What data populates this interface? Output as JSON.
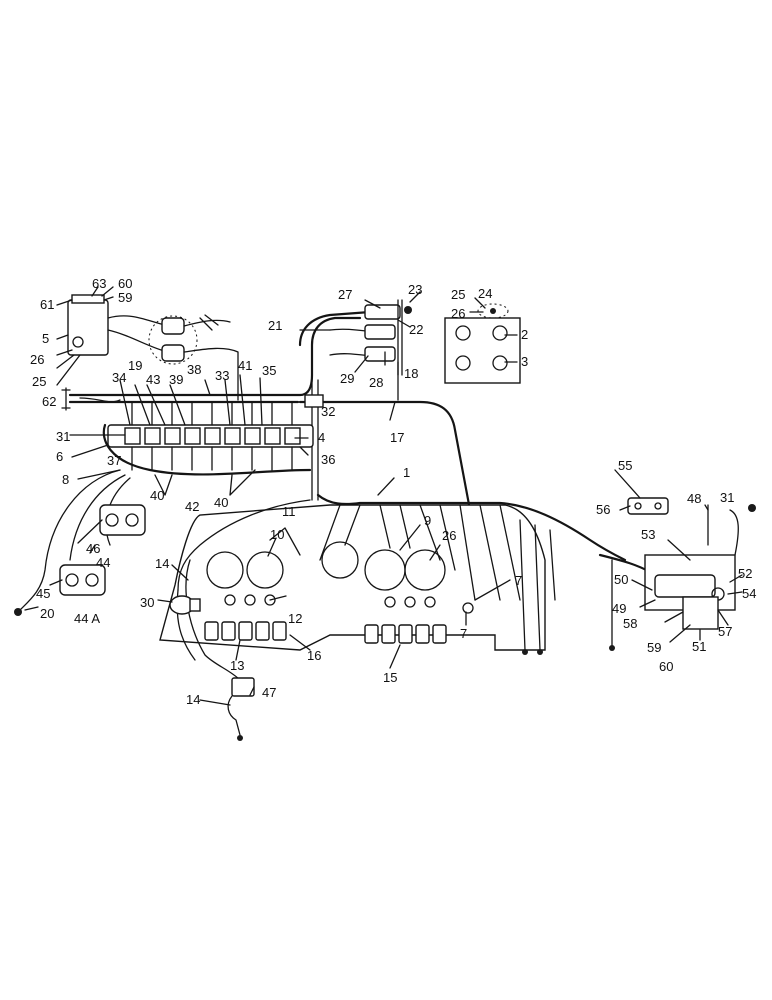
{
  "callouts": [
    {
      "id": "c1",
      "text": "1"
    },
    {
      "id": "c2",
      "text": "2"
    },
    {
      "id": "c3",
      "text": "3"
    },
    {
      "id": "c4",
      "text": "4"
    },
    {
      "id": "c5",
      "text": "5"
    },
    {
      "id": "c6",
      "text": "6"
    },
    {
      "id": "c7a",
      "text": "7"
    },
    {
      "id": "c7b",
      "text": "7"
    },
    {
      "id": "c8",
      "text": "8"
    },
    {
      "id": "c9",
      "text": "9"
    },
    {
      "id": "c10",
      "text": "10"
    },
    {
      "id": "c11",
      "text": "11"
    },
    {
      "id": "c12",
      "text": "12"
    },
    {
      "id": "c13",
      "text": "13"
    },
    {
      "id": "c14a",
      "text": "14"
    },
    {
      "id": "c14b",
      "text": "14"
    },
    {
      "id": "c15",
      "text": "15"
    },
    {
      "id": "c16",
      "text": "16"
    },
    {
      "id": "c17",
      "text": "17"
    },
    {
      "id": "c18",
      "text": "18"
    },
    {
      "id": "c19",
      "text": "19"
    },
    {
      "id": "c20",
      "text": "20"
    },
    {
      "id": "c21",
      "text": "21"
    },
    {
      "id": "c22",
      "text": "22"
    },
    {
      "id": "c23",
      "text": "23"
    },
    {
      "id": "c24",
      "text": "24"
    },
    {
      "id": "c25a",
      "text": "25"
    },
    {
      "id": "c25b",
      "text": "25"
    },
    {
      "id": "c26a",
      "text": "26"
    },
    {
      "id": "c26b",
      "text": "26"
    },
    {
      "id": "c26c",
      "text": "26"
    },
    {
      "id": "c27",
      "text": "27"
    },
    {
      "id": "c28",
      "text": "28"
    },
    {
      "id": "c29",
      "text": "29"
    },
    {
      "id": "c30",
      "text": "30"
    },
    {
      "id": "c31a",
      "text": "31"
    },
    {
      "id": "c31b",
      "text": "31"
    },
    {
      "id": "c32",
      "text": "32"
    },
    {
      "id": "c33",
      "text": "33"
    },
    {
      "id": "c34",
      "text": "34"
    },
    {
      "id": "c35",
      "text": "35"
    },
    {
      "id": "c36",
      "text": "36"
    },
    {
      "id": "c37",
      "text": "37"
    },
    {
      "id": "c38",
      "text": "38"
    },
    {
      "id": "c39",
      "text": "39"
    },
    {
      "id": "c40a",
      "text": "40"
    },
    {
      "id": "c40b",
      "text": "40"
    },
    {
      "id": "c41",
      "text": "41"
    },
    {
      "id": "c42",
      "text": "42"
    },
    {
      "id": "c43",
      "text": "43"
    },
    {
      "id": "c44",
      "text": "44"
    },
    {
      "id": "c44a",
      "text": "44 A"
    },
    {
      "id": "c45",
      "text": "45"
    },
    {
      "id": "c46",
      "text": "46"
    },
    {
      "id": "c47",
      "text": "47"
    },
    {
      "id": "c48",
      "text": "48"
    },
    {
      "id": "c49",
      "text": "49"
    },
    {
      "id": "c50",
      "text": "50"
    },
    {
      "id": "c51",
      "text": "51"
    },
    {
      "id": "c52",
      "text": "52"
    },
    {
      "id": "c53",
      "text": "53"
    },
    {
      "id": "c54",
      "text": "54"
    },
    {
      "id": "c55",
      "text": "55"
    },
    {
      "id": "c56",
      "text": "56"
    },
    {
      "id": "c57",
      "text": "57"
    },
    {
      "id": "c58",
      "text": "58"
    },
    {
      "id": "c59a",
      "text": "59"
    },
    {
      "id": "c59b",
      "text": "59"
    },
    {
      "id": "c60a",
      "text": "60"
    },
    {
      "id": "c60b",
      "text": "60"
    },
    {
      "id": "c61",
      "text": "61"
    },
    {
      "id": "c62",
      "text": "62"
    },
    {
      "id": "c63",
      "text": "63"
    }
  ]
}
